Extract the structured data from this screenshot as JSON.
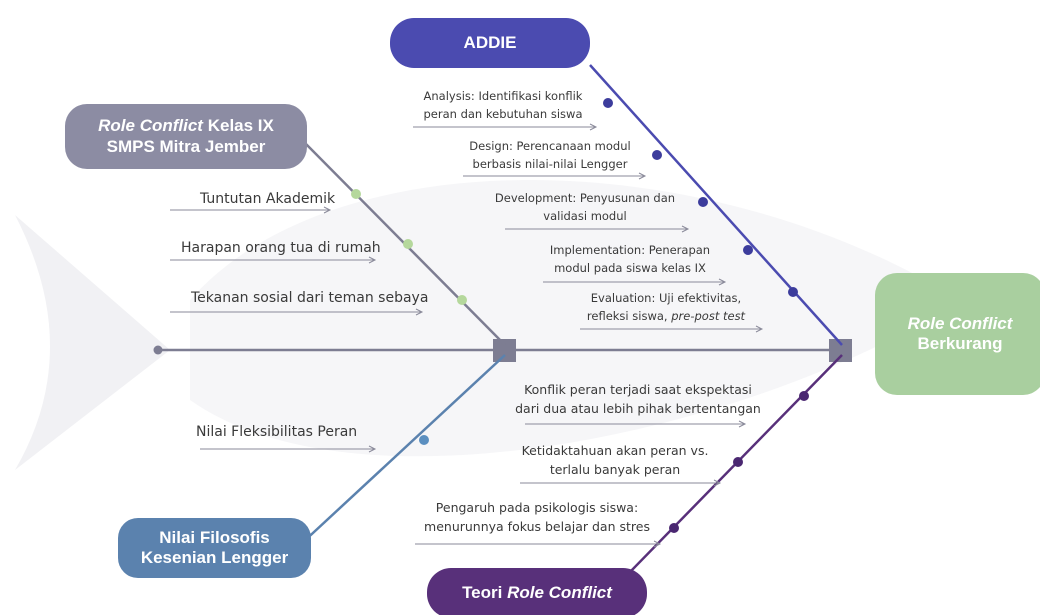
{
  "nodes": {
    "addie": "ADDIE",
    "role_conflict_title_italic": "Role Conflict",
    "role_conflict_title_rest": " Kelas IX",
    "role_conflict_title_line2": "SMPS Mitra Jember",
    "filosofis_line1": "Nilai Filosofis",
    "filosofis_line2": "Kesenian Lengger",
    "teori_prefix": "Teori ",
    "teori_italic": "Role Conflict",
    "result_line1": "Role Conflict",
    "result_line2": "Berkurang"
  },
  "addie_items": [
    {
      "line1": "Analysis:  Identifikasi konflik",
      "line2": "peran dan kebutuhan siswa"
    },
    {
      "line1": "Design: Perencanaan modul",
      "line2": "berbasis nilai-nilai Lengger"
    },
    {
      "line1": "Development: Penyusunan dan",
      "line2": "validasi modul"
    },
    {
      "line1": "Implementation: Penerapan",
      "line2": "modul  pada siswa kelas IX"
    },
    {
      "line1": "Evaluation: Uji efektivitas,",
      "line2_prefix": "refleksi siswa, ",
      "line2_italic": "pre-post test"
    }
  ],
  "role_conflict_causes": [
    "Tuntutan Akademik",
    "Harapan orang tua di rumah",
    "Tekanan sosial dari teman sebaya"
  ],
  "filosofis_causes": [
    "Nilai Fleksibilitas Peran"
  ],
  "teori_items": [
    {
      "line1": "Konflik peran terjadi saat  ekspektasi",
      "line2": "dari dua atau lebih pihak bertentangan"
    },
    {
      "line1": "Ketidaktahuan akan peran vs.",
      "line2": "terlalu banyak peran"
    },
    {
      "line1": "Pengaruh pada psikologis siswa:",
      "line2": "menurunnya fokus belajar dan stres"
    }
  ],
  "colors": {
    "addie": "#4b4bb0",
    "role_conflict": "#8c8ca3",
    "filosofis": "#5b82ae",
    "teori": "#58307a",
    "result": "#a9cf9f",
    "spine": "#7d7d92",
    "green_dot": "#b5d89c",
    "blue_dot": "#5b8fc0",
    "addie_dot": "#3c3c9c",
    "teori_dot": "#4a2771"
  }
}
